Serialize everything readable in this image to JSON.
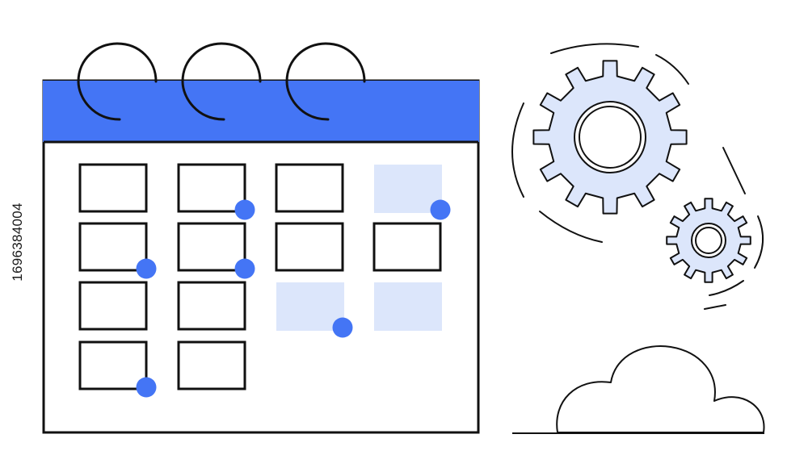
{
  "stock_id": "1696384004",
  "colors": {
    "accent": "#4475F5",
    "light_fill": "#DCE6FB",
    "stroke": "#111111",
    "background": "#FFFFFF"
  },
  "icons": [
    "calendar-icon",
    "gear-icon",
    "cloud-icon"
  ],
  "calendar": {
    "ring_count": 3,
    "rows": [
      [
        {
          "filled": false,
          "dot": false
        },
        {
          "filled": false,
          "dot": true
        },
        {
          "filled": false,
          "dot": false
        },
        {
          "filled": true,
          "dot": true
        }
      ],
      [
        {
          "filled": false,
          "dot": true
        },
        {
          "filled": false,
          "dot": true
        },
        {
          "filled": false,
          "dot": false
        },
        {
          "filled": false,
          "dot": false
        }
      ],
      [
        {
          "filled": false,
          "dot": false
        },
        {
          "filled": false,
          "dot": false
        },
        {
          "filled": true,
          "dot": true
        },
        {
          "filled": true,
          "dot": false
        }
      ],
      [
        {
          "filled": false,
          "dot": true
        },
        {
          "filled": false,
          "dot": false
        },
        null,
        null
      ]
    ]
  },
  "gears": {
    "count": 2
  }
}
